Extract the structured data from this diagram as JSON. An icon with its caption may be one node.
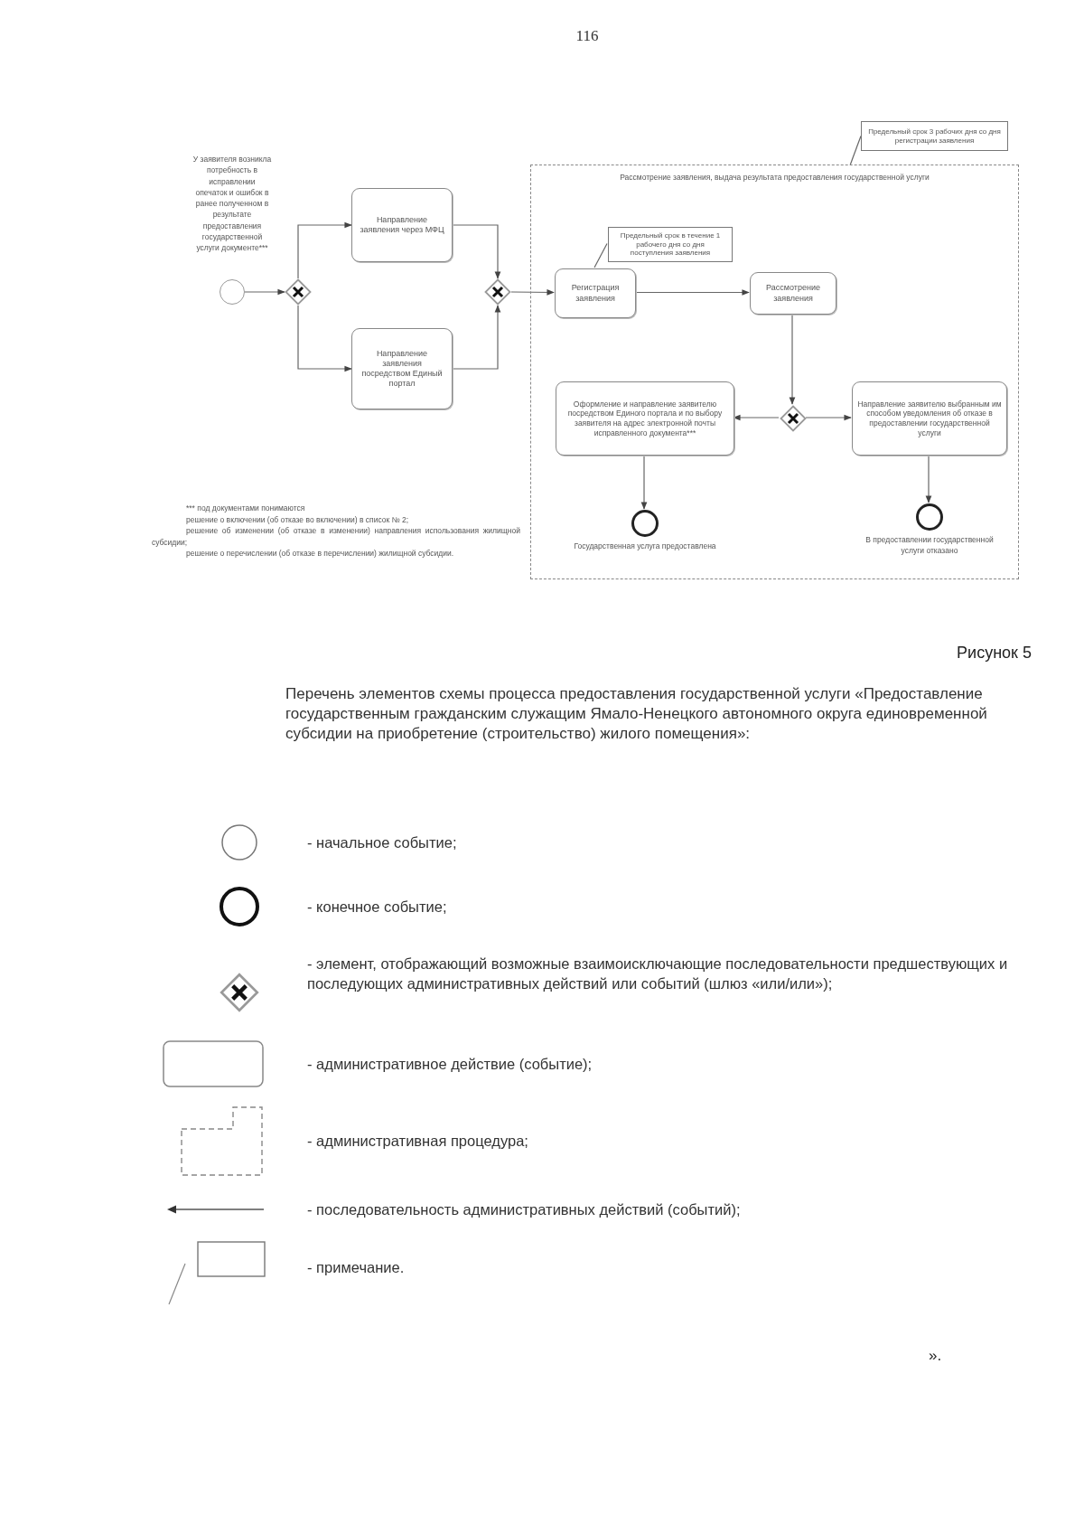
{
  "diagram": {
    "title": "Рисунок 5",
    "nodes": [
      {
        "text": [],
        "shape": "circle",
        "beside": [
          "У заявителя возникла потребность в исправлении опечаток и ошибок в ранее полученном в результате предоставления государственной услуги документе***"
        ]
      },
      {
        "text": [],
        "shape": "diamond"
      },
      {
        "text": [
          "Направление заявления через МФЦ"
        ]
      },
      {
        "text": [
          "Направление заявления посредством Единый портал"
        ]
      },
      {
        "text": [],
        "shape": "diamond"
      },
      {
        "text": [
          "Рассмотрение заявления, выдача результата предоставления государственной услуги"
        ]
      },
      {
        "text": [
          "Предельный срок 3 рабочих дня со дня регистрации заявления"
        ]
      },
      {
        "text": [
          "Предельный срок в течение 1 рабочего дня со дня поступления заявления"
        ],
        "in": 5
      },
      {
        "text": [
          "Регистрация заявления"
        ],
        "in": 5
      },
      {
        "text": [
          "Рассмотрение заявления"
        ],
        "in": 5
      },
      {
        "text": [],
        "shape": "diamond",
        "in": 5
      },
      {
        "text": [
          "Оформление и направление заявителю посредством Единого портала и по выбору заявителя на адрес электронной почты исправленного документа***"
        ],
        "in": 5
      },
      {
        "text": [
          "Направление заявителю выбранным им способом уведомления об отказе в предоставлении государственной услуги"
        ],
        "in": 5
      },
      {
        "text": [],
        "shape": "circle",
        "in": 5,
        "beside": [
          "Государственная услуга предоставлена"
        ]
      },
      {
        "text": [],
        "shape": "circle",
        "in": 5,
        "beside": [
          "В предоставлении государственной услуги отказано"
        ]
      }
    ],
    "edges": [
      {
        "from": 0,
        "to": 1,
        "arrow": "to"
      },
      {
        "from": 1,
        "to": 2,
        "arrow": "to"
      },
      {
        "from": 1,
        "to": 3,
        "arrow": "to"
      },
      {
        "from": 2,
        "to": 4,
        "arrow": "to"
      },
      {
        "from": 3,
        "to": 4,
        "arrow": "to"
      },
      {
        "from": 4,
        "to": 8,
        "arrow": "to"
      },
      {
        "from": 8,
        "to": 9,
        "arrow": "to"
      },
      {
        "from": 9,
        "to": 10,
        "arrow": "to"
      },
      {
        "from": 10,
        "to": 11,
        "arrow": "to"
      },
      {
        "from": 10,
        "to": 12,
        "arrow": "to"
      },
      {
        "from": 11,
        "to": 13,
        "arrow": "to"
      },
      {
        "from": 12,
        "to": 14,
        "arrow": "to"
      },
      {
        "from": 6,
        "to": 5,
        "arrow": "none"
      },
      {
        "from": 7,
        "to": 8,
        "arrow": "none"
      }
    ],
    "labels": [
      "116",
      "*** под документами понимаются",
      "решение о включении (об отказе во включении) в список № 2;",
      "решение об изменении (об отказе в изменении) направления использования жилищной субсидии;",
      "решение о перечислении (об отказе в перечислении) жилищной субсидии.",
      "Перечень элементов схемы процесса предоставления государственной услуги «Предоставление государственным гражданским служащим Ямало-Ненецкого автономного округа единовременной субсидии на приобретение (строительство) жилого помещения»:",
      "»."
    ],
    "legend": [
      {
        "text": "- начальное событие;"
      },
      {
        "text": "- конечное событие;"
      },
      {
        "text": "- элемент, отображающий возможные взаимоисключающие последовательности предшествующих и последующих административных действий или событий (шлюз «или/или»);"
      },
      {
        "text": "- административное действие (событие);"
      },
      {
        "text": "- административная процедура;"
      },
      {
        "text": "- последовательность административных действий (событий);"
      },
      {
        "text": "- примечание."
      }
    ]
  }
}
